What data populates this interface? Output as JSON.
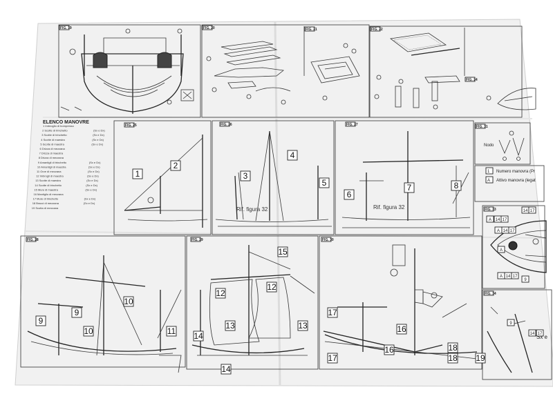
{
  "top_figs": [
    "FIG. 19",
    "FIG. 20",
    "FIG. 21",
    "FIG. 22",
    "FIG. 24"
  ],
  "legend": {
    "title": "ELENCO MANOVRE",
    "items": [
      {
        "n": "1",
        "text": "Imbroglio di bompresso",
        "side": ""
      },
      {
        "n": "2",
        "text": "Scotte di trinchetto",
        "side": "(Sx e Dx)"
      },
      {
        "n": "3",
        "text": "Scotte di trinchetto",
        "side": "(Sx e Dx)"
      },
      {
        "n": "4",
        "text": "Scotte di maestra",
        "side": "(Sx e Dx)"
      },
      {
        "n": "5",
        "text": "Scotte di maestra",
        "side": "(Sx e Dx)"
      },
      {
        "n": "6",
        "text": "Drizza di mezzana",
        "side": ""
      },
      {
        "n": "7",
        "text": "Drizza di maestra",
        "side": ""
      },
      {
        "n": "8",
        "text": "Drizza di mezzana",
        "side": ""
      },
      {
        "n": "9",
        "text": "Amantigli di trinchetto",
        "side": "(Sx e Dx)"
      },
      {
        "n": "10",
        "text": "Amantigli di maestra",
        "side": "(Sx e Dx)"
      },
      {
        "n": "11",
        "text": "Orze di mezzana",
        "side": "(Sx e Dx)"
      },
      {
        "n": "12",
        "text": "Imbrogli di maestra",
        "side": "(Sx e Dx)"
      },
      {
        "n": "13",
        "text": "Scotte di maestra",
        "side": "(Sx e Dx)"
      },
      {
        "n": "14",
        "text": "Scotte di trinchetto",
        "side": "(Sx e Dx)"
      },
      {
        "n": "15",
        "text": "Mure di maestra",
        "side": "(Sx e Dx)"
      },
      {
        "n": "16",
        "text": "Mantiglio di mezzana",
        "side": ""
      },
      {
        "n": "17",
        "text": "Mure di trinchetto",
        "side": "(Sx e Dx)"
      },
      {
        "n": "18",
        "text": "Bracci di mezzana",
        "side": "(Sx e Dx)"
      },
      {
        "n": "19",
        "text": "Scotta di mezzana",
        "side": ""
      }
    ]
  },
  "middle_figs": [
    "FIG. 25",
    "FIG. 26",
    "FIG. 27",
    "FIG. 31"
  ],
  "bottom_figs": [
    "FIG. 28",
    "FIG. 29",
    "FIG. 30",
    "FIG. 33",
    "FIG. 34"
  ],
  "fig31_label": "Nodo",
  "key": {
    "row1_sym": "1",
    "row1_text": "Numero manovra (Pr",
    "row2_sym": "A",
    "row2_text": "Attivo manovra (legat"
  },
  "ref_text": "Rif. figura 32",
  "callouts_mid": [
    "1",
    "2",
    "3",
    "4",
    "5",
    "6",
    "7",
    "8"
  ],
  "callouts_28": [
    "9",
    "9",
    "10",
    "10",
    "11"
  ],
  "callouts_29": [
    "15",
    "12",
    "12",
    "13",
    "13",
    "14",
    "14"
  ],
  "callouts_30": [
    "17",
    "17",
    "16",
    "16",
    "18",
    "18",
    "19"
  ],
  "fig33_tags": [
    "A",
    "14",
    "17",
    "A",
    "14",
    "17",
    "A",
    "A",
    "14",
    "17",
    "9",
    "14",
    "17"
  ],
  "fig34_tags": [
    "9",
    "14",
    "17"
  ],
  "fig34_text": "Sx e"
}
